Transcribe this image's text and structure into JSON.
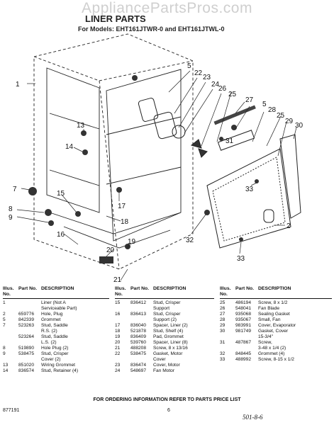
{
  "watermark": "AppliancePartsPros.com",
  "title": "LINER PARTS",
  "models": "For Models: EHT161JTWR-0   and EHT161JTWL-0",
  "callouts": [
    {
      "id": "c1",
      "label": "1"
    },
    {
      "id": "c5a",
      "label": "5"
    },
    {
      "id": "c22",
      "label": "22"
    },
    {
      "id": "c23",
      "label": "23"
    },
    {
      "id": "c24",
      "label": "24"
    },
    {
      "id": "c26",
      "label": "26"
    },
    {
      "id": "c25a",
      "label": "25"
    },
    {
      "id": "c27",
      "label": "27"
    },
    {
      "id": "c5b",
      "label": "5"
    },
    {
      "id": "c28",
      "label": "28"
    },
    {
      "id": "c25b",
      "label": "25"
    },
    {
      "id": "c29",
      "label": "29"
    },
    {
      "id": "c30",
      "label": "30"
    },
    {
      "id": "c13",
      "label": "13"
    },
    {
      "id": "c14",
      "label": "14"
    },
    {
      "id": "c31",
      "label": "31"
    },
    {
      "id": "c33a",
      "label": "33"
    },
    {
      "id": "c7",
      "label": "7"
    },
    {
      "id": "c15",
      "label": "15"
    },
    {
      "id": "c17",
      "label": "17"
    },
    {
      "id": "c8",
      "label": "8"
    },
    {
      "id": "c9",
      "label": "9"
    },
    {
      "id": "c18",
      "label": "18"
    },
    {
      "id": "c2",
      "label": "2"
    },
    {
      "id": "c16",
      "label": "16"
    },
    {
      "id": "c32",
      "label": "32"
    },
    {
      "id": "c20",
      "label": "20"
    },
    {
      "id": "c19",
      "label": "19"
    },
    {
      "id": "c33b",
      "label": "33"
    },
    {
      "id": "c21",
      "label": "21"
    }
  ],
  "table": {
    "headers": {
      "illus": "Illus. No.",
      "part": "Part No.",
      "desc": "DESCRIPTION"
    },
    "columns": [
      [
        {
          "illus": "1",
          "part": "",
          "desc": "Liner (Not A"
        },
        {
          "illus": "",
          "part": "",
          "desc": "Serviceable Part)"
        },
        {
          "illus": "2",
          "part": "659776",
          "desc": "Hole, Plug"
        },
        {
          "illus": "5",
          "part": "842339",
          "desc": "Grommet"
        },
        {
          "illus": "7",
          "part": "523263",
          "desc": "Stud, Saddle"
        },
        {
          "illus": "",
          "part": "",
          "desc": "R.S. (2)"
        },
        {
          "illus": "",
          "part": "523264",
          "desc": "Stud, Saddle"
        },
        {
          "illus": "",
          "part": "",
          "desc": "L.S. (2)"
        },
        {
          "illus": "8",
          "part": "519890",
          "desc": "Hole Plug (2)"
        },
        {
          "illus": "9",
          "part": "538475",
          "desc": "Stud, Crisper"
        },
        {
          "illus": "",
          "part": "",
          "desc": "Cover (2)"
        },
        {
          "illus": "13",
          "part": "851020",
          "desc": "Wiring Grommet"
        },
        {
          "illus": "14",
          "part": "836574",
          "desc": "Stud, Retainer (4)"
        }
      ],
      [
        {
          "illus": "15",
          "part": "836412",
          "desc": "Stud, Crisper"
        },
        {
          "illus": "",
          "part": "",
          "desc": "Support"
        },
        {
          "illus": "16",
          "part": "836413",
          "desc": "Stud, Crisper"
        },
        {
          "illus": "",
          "part": "",
          "desc": "Support (2)"
        },
        {
          "illus": "17",
          "part": "836040",
          "desc": "Spacer, Liner (2)"
        },
        {
          "illus": "18",
          "part": "521878",
          "desc": "Stud, Shelf (4)"
        },
        {
          "illus": "19",
          "part": "836409",
          "desc": "Pad, Grommet"
        },
        {
          "illus": "20",
          "part": "539760",
          "desc": "Spacer, Liner (8)"
        },
        {
          "illus": "21",
          "part": "488208",
          "desc": "Screw, 8 x 13/16"
        },
        {
          "illus": "22",
          "part": "538475",
          "desc": "Gasket, Motor"
        },
        {
          "illus": "",
          "part": "",
          "desc": "Cover"
        },
        {
          "illus": "23",
          "part": "836474",
          "desc": "Cover, Motor"
        },
        {
          "illus": "24",
          "part": "548697",
          "desc": "Fan Motor"
        }
      ],
      [
        {
          "illus": "25",
          "part": "486194",
          "desc": "Screw, 8 x 1/2"
        },
        {
          "illus": "26",
          "part": "548041",
          "desc": "Fan Blade"
        },
        {
          "illus": "27",
          "part": "935068",
          "desc": "Sealing Gasket"
        },
        {
          "illus": "28",
          "part": "935067",
          "desc": "Small, Fan"
        },
        {
          "illus": "29",
          "part": "983991",
          "desc": "Cover, Evaporator"
        },
        {
          "illus": "30",
          "part": "981749",
          "desc": "Gasket, Cover"
        },
        {
          "illus": "",
          "part": "",
          "desc": "15-3/4\""
        },
        {
          "illus": "31",
          "part": "487867",
          "desc": "Screw,"
        },
        {
          "illus": "",
          "part": "",
          "desc": "3-48 x 1/4 (2)"
        },
        {
          "illus": "32",
          "part": "848445",
          "desc": "Grommet (4)"
        },
        {
          "illus": "33",
          "part": "488992",
          "desc": "Screw, 8-15 x 1/2"
        }
      ]
    ]
  },
  "footer": "FOR ORDERING INFORMATION REFER TO PARTS PRICE LIST",
  "doc_code": "877191",
  "page_number": "6",
  "handwritten": "501-8-6"
}
